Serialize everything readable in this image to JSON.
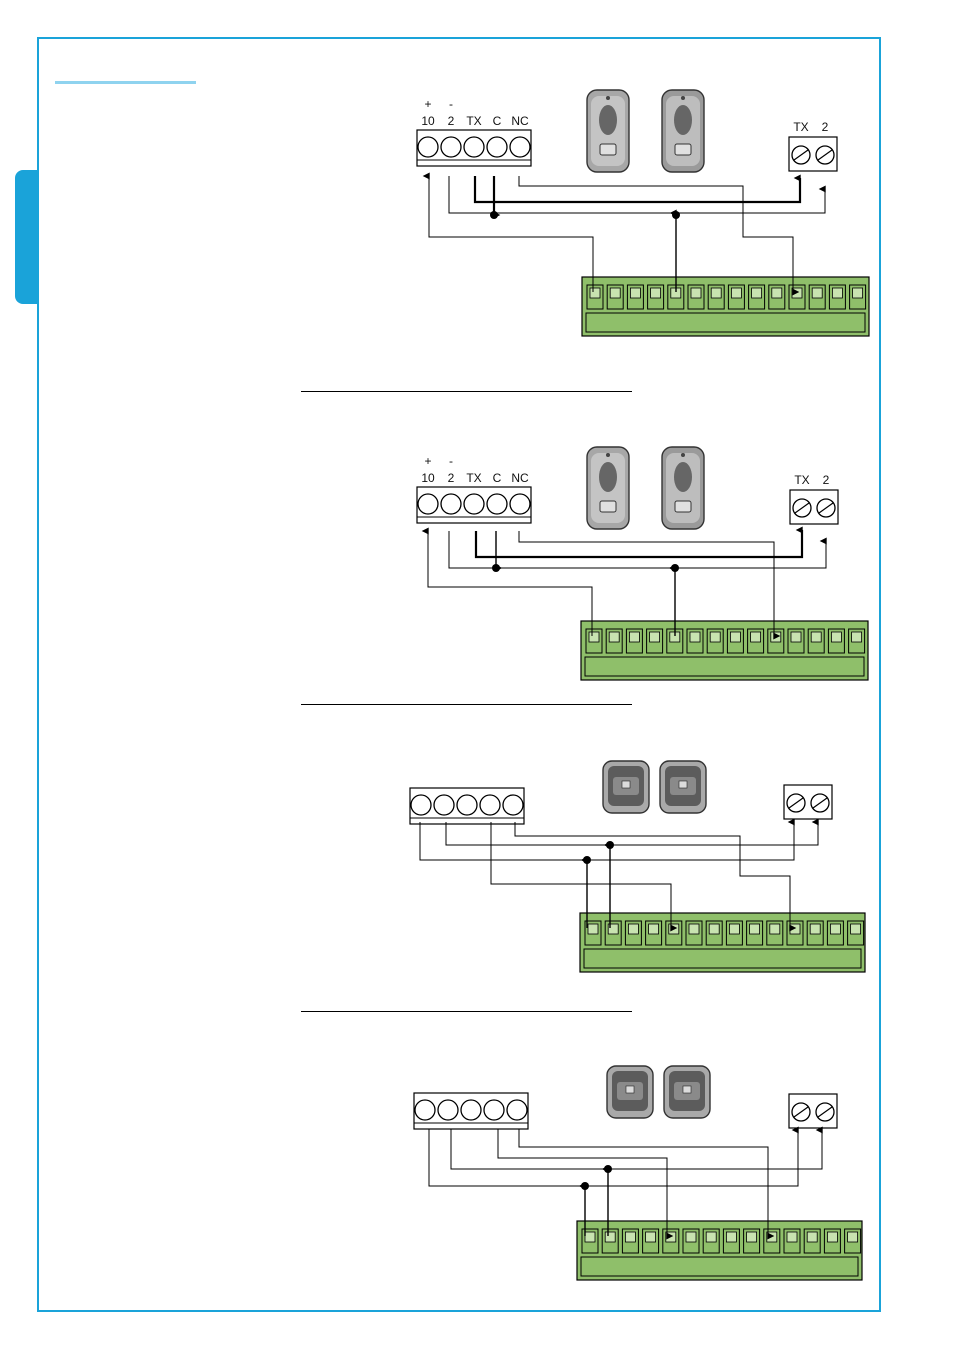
{
  "colors": {
    "frame": "#1aa3d9",
    "accent": "#8fd3ef",
    "board": "#8fbf6a",
    "board_terminal": "#c8e3b0"
  },
  "panels": [
    {
      "receiver": {
        "polarity": [
          "+",
          "-",
          "",
          "",
          ""
        ],
        "labels": [
          "10",
          "2",
          "TX",
          "C",
          "NC"
        ]
      },
      "transmitter": {
        "labels": [
          "TX",
          "2"
        ]
      },
      "device": "remote-keyfob"
    },
    {
      "receiver": {
        "polarity": [
          "+",
          "-",
          "",
          "",
          ""
        ],
        "labels": [
          "10",
          "2",
          "TX",
          "C",
          "NC"
        ]
      },
      "transmitter": {
        "labels": [
          "TX",
          "2"
        ]
      },
      "device": "remote-keyfob"
    },
    {
      "receiver": {
        "polarity": [
          "",
          "",
          "",
          "",
          ""
        ],
        "labels": [
          "",
          "",
          "",
          "",
          ""
        ]
      },
      "transmitter": {
        "labels": [
          "",
          ""
        ]
      },
      "device": "wall-keypad"
    },
    {
      "receiver": {
        "polarity": [
          "",
          "",
          "",
          "",
          ""
        ],
        "labels": [
          "",
          "",
          "",
          "",
          ""
        ]
      },
      "transmitter": {
        "labels": [
          "",
          ""
        ]
      },
      "device": "wall-keypad"
    }
  ]
}
